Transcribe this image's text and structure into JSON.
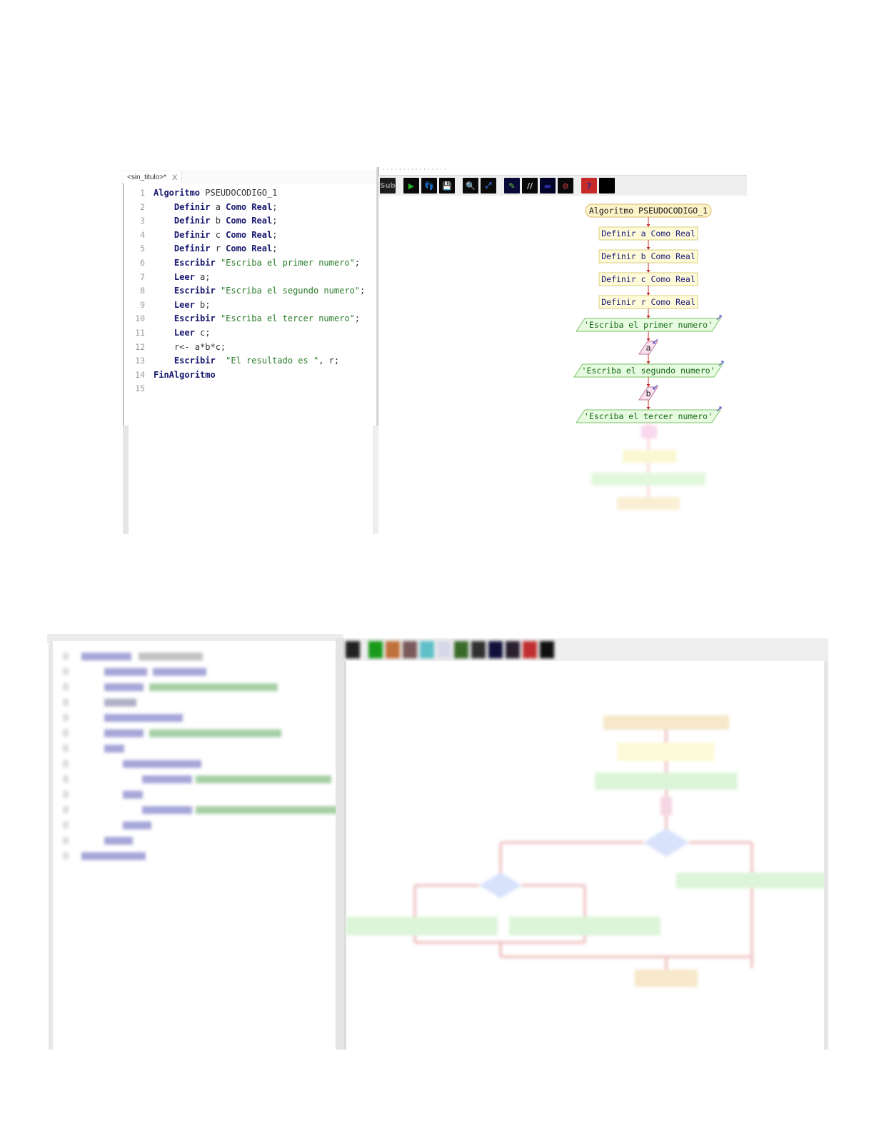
{
  "top_screenshot": {
    "editor": {
      "tab_label": "<sin_titulo>*",
      "tab_close": "X",
      "lines": [
        {
          "n": "1",
          "tokens": [
            {
              "t": "kw",
              "v": "Algoritmo"
            },
            {
              "t": "id",
              "v": " PSEUDOCODIGO_1"
            }
          ]
        },
        {
          "n": "2",
          "tokens": [
            {
              "t": "id",
              "v": "    "
            },
            {
              "t": "kw",
              "v": "Definir"
            },
            {
              "t": "id",
              "v": " a "
            },
            {
              "t": "kw",
              "v": "Como Real"
            },
            {
              "t": "pn",
              "v": ";"
            }
          ]
        },
        {
          "n": "3",
          "tokens": [
            {
              "t": "id",
              "v": "    "
            },
            {
              "t": "kw",
              "v": "Definir"
            },
            {
              "t": "id",
              "v": " b "
            },
            {
              "t": "kw",
              "v": "Como Real"
            },
            {
              "t": "pn",
              "v": ";"
            }
          ]
        },
        {
          "n": "4",
          "tokens": [
            {
              "t": "id",
              "v": "    "
            },
            {
              "t": "kw",
              "v": "Definir"
            },
            {
              "t": "id",
              "v": " c "
            },
            {
              "t": "kw",
              "v": "Como Real"
            },
            {
              "t": "pn",
              "v": ";"
            }
          ]
        },
        {
          "n": "5",
          "tokens": [
            {
              "t": "id",
              "v": "    "
            },
            {
              "t": "kw",
              "v": "Definir"
            },
            {
              "t": "id",
              "v": " r "
            },
            {
              "t": "kw",
              "v": "Como Real"
            },
            {
              "t": "pn",
              "v": ";"
            }
          ]
        },
        {
          "n": "6",
          "tokens": [
            {
              "t": "id",
              "v": "    "
            },
            {
              "t": "kw",
              "v": "Escribir"
            },
            {
              "t": "id",
              "v": " "
            },
            {
              "t": "str",
              "v": "\"Escriba el primer numero\""
            },
            {
              "t": "pn",
              "v": ";"
            }
          ]
        },
        {
          "n": "7",
          "tokens": [
            {
              "t": "id",
              "v": "    "
            },
            {
              "t": "kw",
              "v": "Leer"
            },
            {
              "t": "id",
              "v": " a"
            },
            {
              "t": "pn",
              "v": ";"
            }
          ]
        },
        {
          "n": "8",
          "tokens": [
            {
              "t": "id",
              "v": "    "
            },
            {
              "t": "kw",
              "v": "Escribir"
            },
            {
              "t": "id",
              "v": " "
            },
            {
              "t": "str",
              "v": "\"Escriba el segundo numero\""
            },
            {
              "t": "pn",
              "v": ";"
            }
          ]
        },
        {
          "n": "9",
          "tokens": [
            {
              "t": "id",
              "v": "    "
            },
            {
              "t": "kw",
              "v": "Leer"
            },
            {
              "t": "id",
              "v": " b"
            },
            {
              "t": "pn",
              "v": ";"
            }
          ]
        },
        {
          "n": "10",
          "tokens": [
            {
              "t": "id",
              "v": "    "
            },
            {
              "t": "kw",
              "v": "Escribir"
            },
            {
              "t": "id",
              "v": " "
            },
            {
              "t": "str",
              "v": "\"Escriba el tercer numero\""
            },
            {
              "t": "pn",
              "v": ";"
            }
          ]
        },
        {
          "n": "11",
          "tokens": [
            {
              "t": "id",
              "v": "    "
            },
            {
              "t": "kw",
              "v": "Leer"
            },
            {
              "t": "id",
              "v": " c"
            },
            {
              "t": "pn",
              "v": ";"
            }
          ]
        },
        {
          "n": "12",
          "tokens": [
            {
              "t": "id",
              "v": "    r<- a*b*c;"
            }
          ]
        },
        {
          "n": "13",
          "tokens": [
            {
              "t": "id",
              "v": "    "
            },
            {
              "t": "kw",
              "v": "Escribir"
            },
            {
              "t": "id",
              "v": "  "
            },
            {
              "t": "str",
              "v": "\"El resultado es \""
            },
            {
              "t": "pn",
              "v": ", r;"
            }
          ]
        },
        {
          "n": "14",
          "tokens": [
            {
              "t": "kw",
              "v": "FinAlgoritmo"
            }
          ]
        },
        {
          "n": "15",
          "tokens": []
        }
      ]
    },
    "toolbar": {
      "buttons": [
        {
          "name": "subprocess-icon",
          "glyph": "Sub",
          "bg": "#1c1c1c",
          "fg": "#8a8a8a"
        },
        {
          "sep": true
        },
        {
          "name": "run-icon",
          "glyph": "▶",
          "bg": "#0a0a0a",
          "fg": "#21b021"
        },
        {
          "name": "step-by-step-icon",
          "glyph": "👣",
          "bg": "#0a0a0a",
          "fg": "#d07a3a"
        },
        {
          "name": "save-icon",
          "glyph": "💾",
          "bg": "#0a0a0a",
          "fg": "#a23a3a"
        },
        {
          "sep": true
        },
        {
          "name": "zoom-icon",
          "glyph": "🔍",
          "bg": "#0a0a0a",
          "fg": "#8fe6ff"
        },
        {
          "name": "fit-to-window-icon",
          "glyph": "⤢",
          "bg": "#0a0a0a",
          "fg": "#3a6ad0"
        },
        {
          "sep": true
        },
        {
          "name": "edit-flowchart-icon",
          "glyph": "✎",
          "bg": "#0a0a38",
          "fg": "#6fd03a"
        },
        {
          "name": "comments-icon",
          "glyph": "//",
          "bg": "#0a0a0a",
          "fg": "#cfcfcf"
        },
        {
          "name": "collapse-icon",
          "glyph": "▬",
          "bg": "#03032a",
          "fg": "#2a2a9a"
        },
        {
          "name": "hide-comments-icon",
          "glyph": "⊘",
          "bg": "#0a0a0a",
          "fg": "#c03a3a"
        },
        {
          "sep": true
        },
        {
          "name": "help-icon",
          "glyph": "?",
          "bg": "#c82a2a",
          "fg": "#2a2a9a"
        },
        {
          "name": "extra-icon",
          "glyph": "",
          "bg": "#000000",
          "fg": "#000000"
        }
      ]
    },
    "flowchart": {
      "start": "Algoritmo PSEUDOCODIGO_1",
      "defines": [
        "Definir a Como Real",
        "Definir b Como Real",
        "Definir c Como Real",
        "Definir r Como Real"
      ],
      "outputs": [
        "'Escriba el primer numero'",
        "'Escriba el segundo numero'",
        "'Escriba el tercer numero'"
      ],
      "inputs": [
        "a",
        "b"
      ],
      "colors": {
        "terminal_fill": "#fdf3c8",
        "terminal_stroke": "#d9b86a",
        "process_fill": "#fffbd9",
        "process_stroke": "#d9cf7a",
        "io_out_fill": "#e6fbe0",
        "io_out_stroke": "#7ac06a",
        "io_in_fill": "#fbe0ee",
        "io_in_stroke": "#c07aa0",
        "arrow": "#c0302a",
        "text": "#1a1a7a",
        "io_text": "#1a6a1a"
      }
    }
  },
  "bottom_screenshot": {
    "colors": {
      "terminal_fill": "#f6e8c8",
      "process_fill": "#fdfad8",
      "io_fill": "#dcf5d8",
      "decision_fill": "#d8e2fb",
      "line": "#f1c6c6"
    }
  }
}
